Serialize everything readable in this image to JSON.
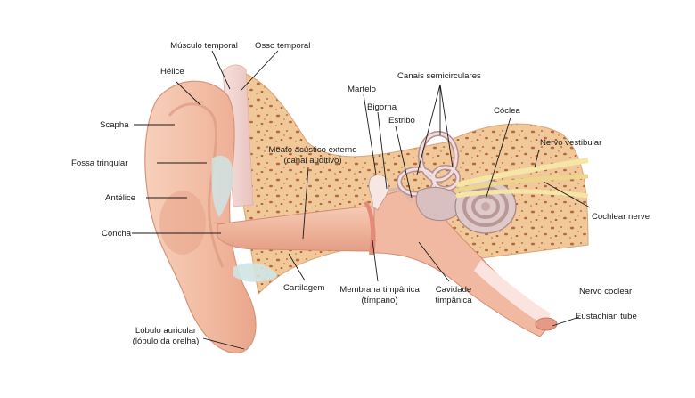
{
  "labels": {
    "musculo_temporal": "Músculo temporal",
    "osso_temporal": "Osso temporal",
    "helice": "Hélice",
    "scapha": "Scapha",
    "fossa_tringular": "Fossa tringular",
    "antelice": "Antélice",
    "concha": "Concha",
    "cartilagem": "Cartilagem",
    "lobulo_line1": "Lóbulo auricular",
    "lobulo_line2": "(lóbulo da orelha)",
    "meato_line1": "Meato acústico externo",
    "meato_line2": "(canal auditivo)",
    "martelo": "Martelo",
    "bigorna": "Bigorna",
    "estribo": "Estribo",
    "canais": "Canais semicirculares",
    "coclea": "Cóclea",
    "nervo_vestibular": "Nervo vestibular",
    "cochlear_nerve": "Cochlear nerve",
    "nervo_coclear": "Nervo coclear",
    "eustachian": "Eustachian tube",
    "membrana_line1": "Membrana timpânica",
    "membrana_line2": "(tímpano)",
    "cavidade_line1": "Cavidade",
    "cavidade_line2": "timpânica"
  },
  "colors": {
    "skin": "#f2c0a6",
    "skin_dark": "#e3a088",
    "bone": "#f0c89a",
    "bone_spots": "#b46a3c",
    "canal": "#efb49c",
    "cartilage": "#cfe4e4",
    "muscle": "#f3d6d2",
    "leader": "#1a1a1a"
  }
}
